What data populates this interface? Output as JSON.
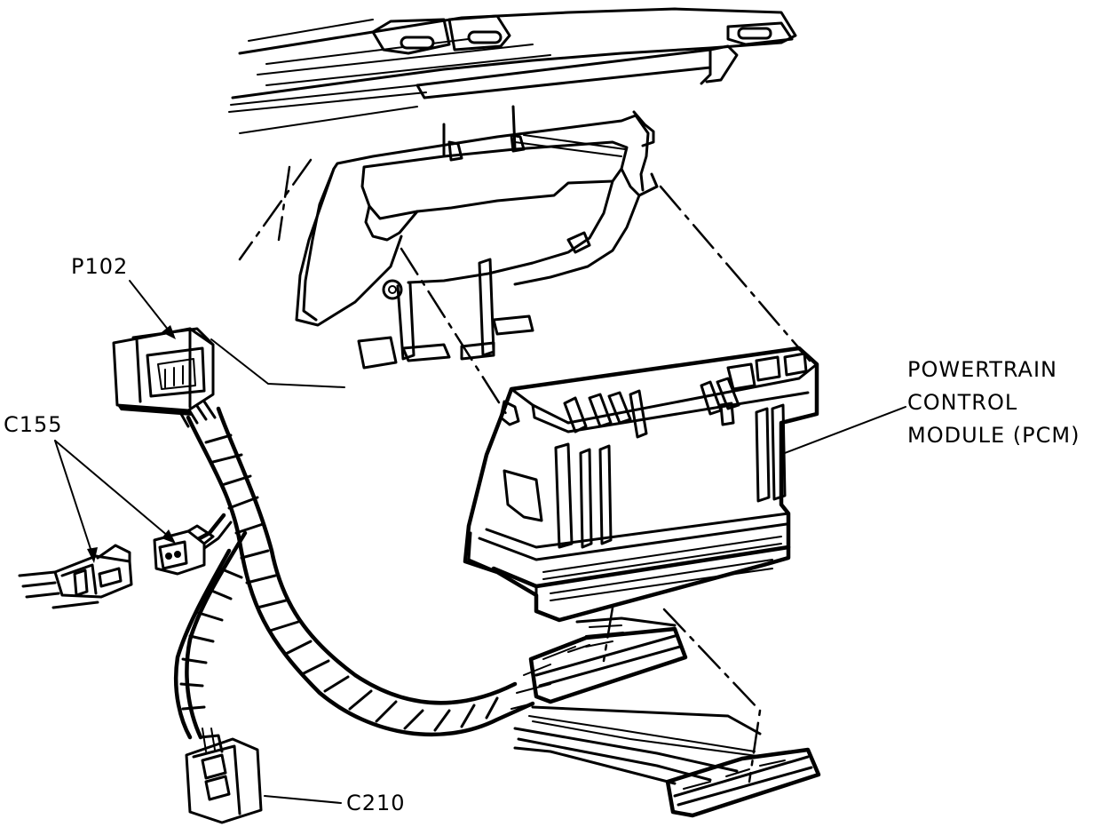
{
  "labels": {
    "p102": "P102",
    "c155": "C155",
    "c210": "C210",
    "pcm_line1": "POWERTRAIN",
    "pcm_line2": "CONTROL",
    "pcm_line3": "MODULE (PCM)"
  }
}
